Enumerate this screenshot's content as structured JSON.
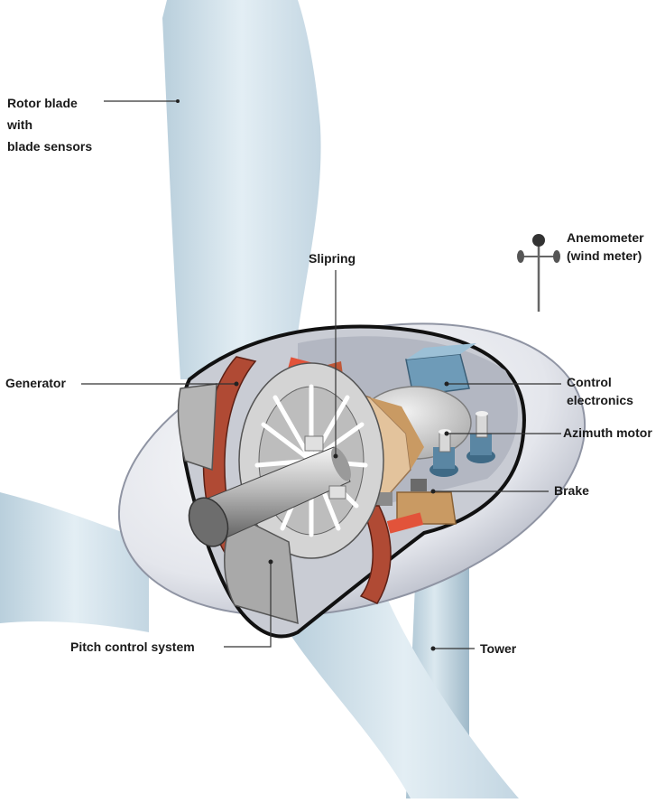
{
  "labels": {
    "rotor_blade_line1": "Rotor blade",
    "rotor_blade_line2": "with",
    "rotor_blade_line3": "blade sensors",
    "anemometer_line1": "Anemometer",
    "anemometer_line2": "(wind meter)",
    "slipring": "Slipring",
    "generator": "Generator",
    "control_electronics_line1": "Control",
    "control_electronics_line2": "electronics",
    "azimuth_motor": "Azimuth motor",
    "brake": "Brake",
    "pitch_control_system": "Pitch control system",
    "tower": "Tower"
  },
  "colors": {
    "blade_fill": "#cfe0ea",
    "housing_fill": "#e6e8ee",
    "generator_red": "#b04a34",
    "control_box_blue": "#5f8fac",
    "brake_tan": "#c99a63",
    "leader_line": "#333333"
  }
}
